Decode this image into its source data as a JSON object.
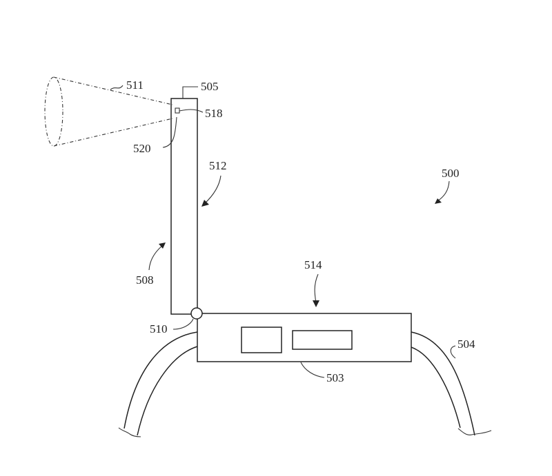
{
  "labels": {
    "l500": "500",
    "l503": "503",
    "l504": "504",
    "l505": "505",
    "l508": "508",
    "l510": "510",
    "l511": "511",
    "l512": "512",
    "l514": "514",
    "l518": "518",
    "l520": "520"
  }
}
